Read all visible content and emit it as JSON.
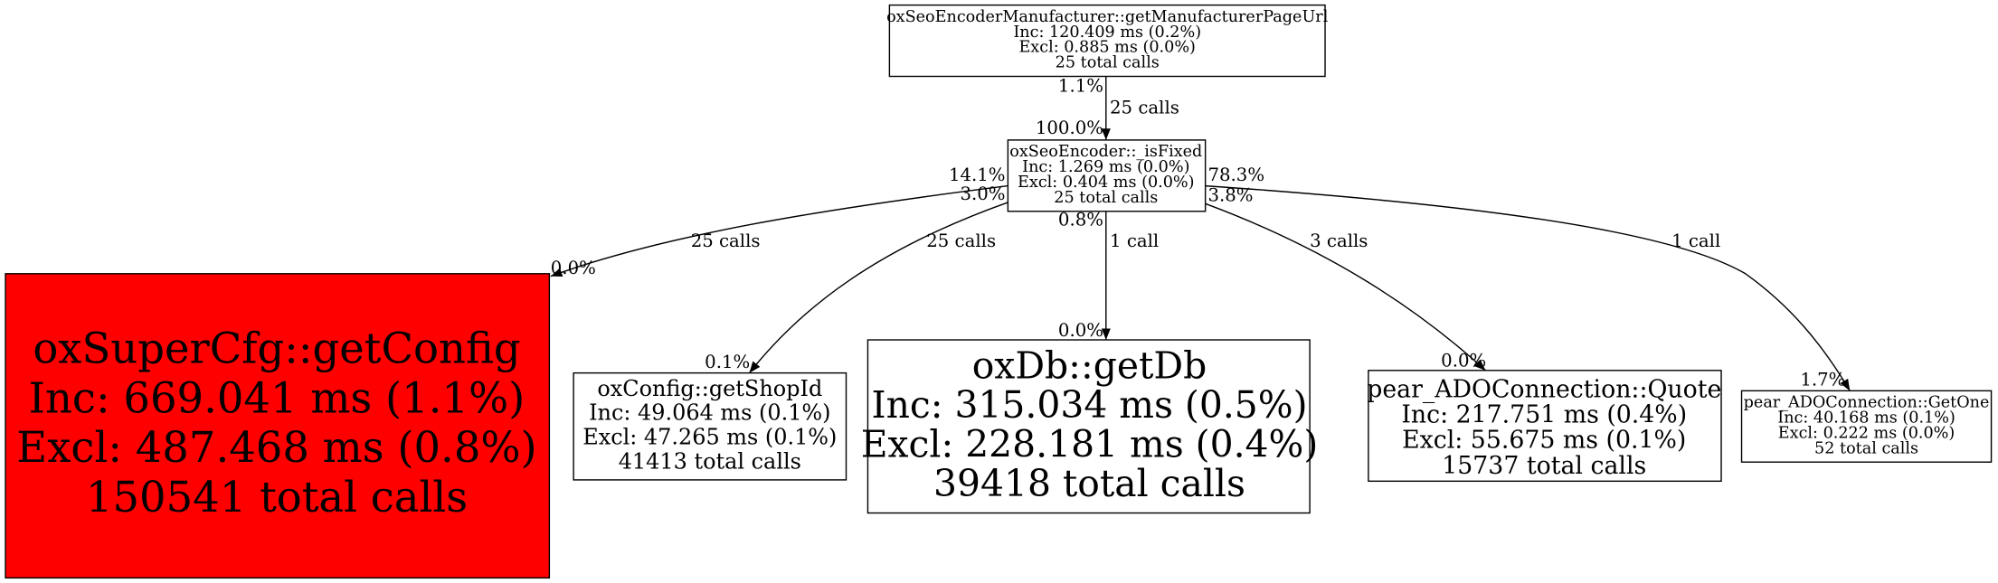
{
  "colors": {
    "hot_node": "#ff0000",
    "node": "#ffffff",
    "stroke": "#000000"
  },
  "nodes": {
    "root": {
      "name": "oxSeoEncoderManufacturer::getManufacturerPageUrl",
      "inc": "Inc: 120.409 ms (0.2%)",
      "excl": "Excl: 0.885 ms (0.0%)",
      "calls": "25 total calls"
    },
    "isfixed": {
      "name": "oxSeoEncoder::_isFixed",
      "inc": "Inc: 1.269 ms (0.0%)",
      "excl": "Excl: 0.404 ms (0.0%)",
      "calls": "25 total calls"
    },
    "getconfig": {
      "name": "oxSuperCfg::getConfig",
      "inc": "Inc: 669.041 ms (1.1%)",
      "excl": "Excl: 487.468 ms (0.8%)",
      "calls": "150541 total calls"
    },
    "getshopid": {
      "name": "oxConfig::getShopId",
      "inc": "Inc: 49.064 ms (0.1%)",
      "excl": "Excl: 47.265 ms (0.1%)",
      "calls": "41413 total calls"
    },
    "getdb": {
      "name": "oxDb::getDb",
      "inc": "Inc: 315.034 ms (0.5%)",
      "excl": "Excl: 228.181 ms (0.4%)",
      "calls": "39418 total calls"
    },
    "quote": {
      "name": "pear_ADOConnection::Quote",
      "inc": "Inc: 217.751 ms (0.4%)",
      "excl": "Excl: 55.675 ms (0.1%)",
      "calls": "15737 total calls"
    },
    "getone": {
      "name": "pear_ADOConnection::GetOne",
      "inc": "Inc: 40.168 ms (0.1%)",
      "excl": "Excl: 0.222 ms (0.0%)",
      "calls": "52 total calls"
    }
  },
  "edges": {
    "root_isfixed": {
      "from_pct": "1.1%",
      "calls": "25 calls",
      "to_pct": "100.0%"
    },
    "isfixed_getconfig": {
      "from_pct": "14.1%",
      "calls": "25 calls",
      "to_pct": "0.0%"
    },
    "isfixed_getshopid": {
      "from_pct": "3.0%",
      "calls": "25 calls",
      "to_pct": "0.1%"
    },
    "isfixed_getdb": {
      "from_pct": "0.8%",
      "calls": "1 call",
      "to_pct": "0.0%"
    },
    "isfixed_quote": {
      "from_pct": "3.8%",
      "calls": "3 calls",
      "to_pct": "0.0%"
    },
    "isfixed_getone": {
      "from_pct": "78.3%",
      "calls": "1 call",
      "to_pct": "1.7%"
    }
  }
}
